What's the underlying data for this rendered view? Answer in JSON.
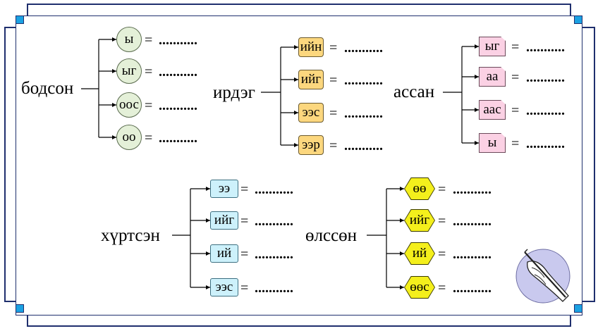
{
  "groups": [
    {
      "word": "бодсон",
      "suffixes": [
        "ы",
        "ыг",
        "оос",
        "оо"
      ],
      "eq": "=",
      "blank": "..........."
    },
    {
      "word": "ирдэг",
      "suffixes": [
        "ийн",
        "ийг",
        "ээс",
        "ээр"
      ],
      "eq": "=",
      "blank": "..........."
    },
    {
      "word": "ассан",
      "suffixes": [
        "ыг",
        "аа",
        "аас",
        "ы"
      ],
      "eq": "=",
      "blank": "..........."
    },
    {
      "word": "хүртсэн",
      "suffixes": [
        "ээ",
        "ийг",
        "ий",
        "ээс"
      ],
      "eq": "=",
      "blank": "..........."
    },
    {
      "word": "өлссөн",
      "suffixes": [
        "өө",
        "ийг",
        "ий",
        "өөс"
      ],
      "eq": "=",
      "blank": "..........."
    }
  ],
  "colors": {
    "frame": "#1f2f6e",
    "corner": "#1ba1e2",
    "circle_fill": "#e4f0d8",
    "yellow_rect_fill": "#fcd77e",
    "pink_fill": "#fbd1e4",
    "blue_fill": "#cdf1fb",
    "hex_fill": "#f4ef1c"
  },
  "icons": {
    "decoration": "hand-writing-icon"
  }
}
